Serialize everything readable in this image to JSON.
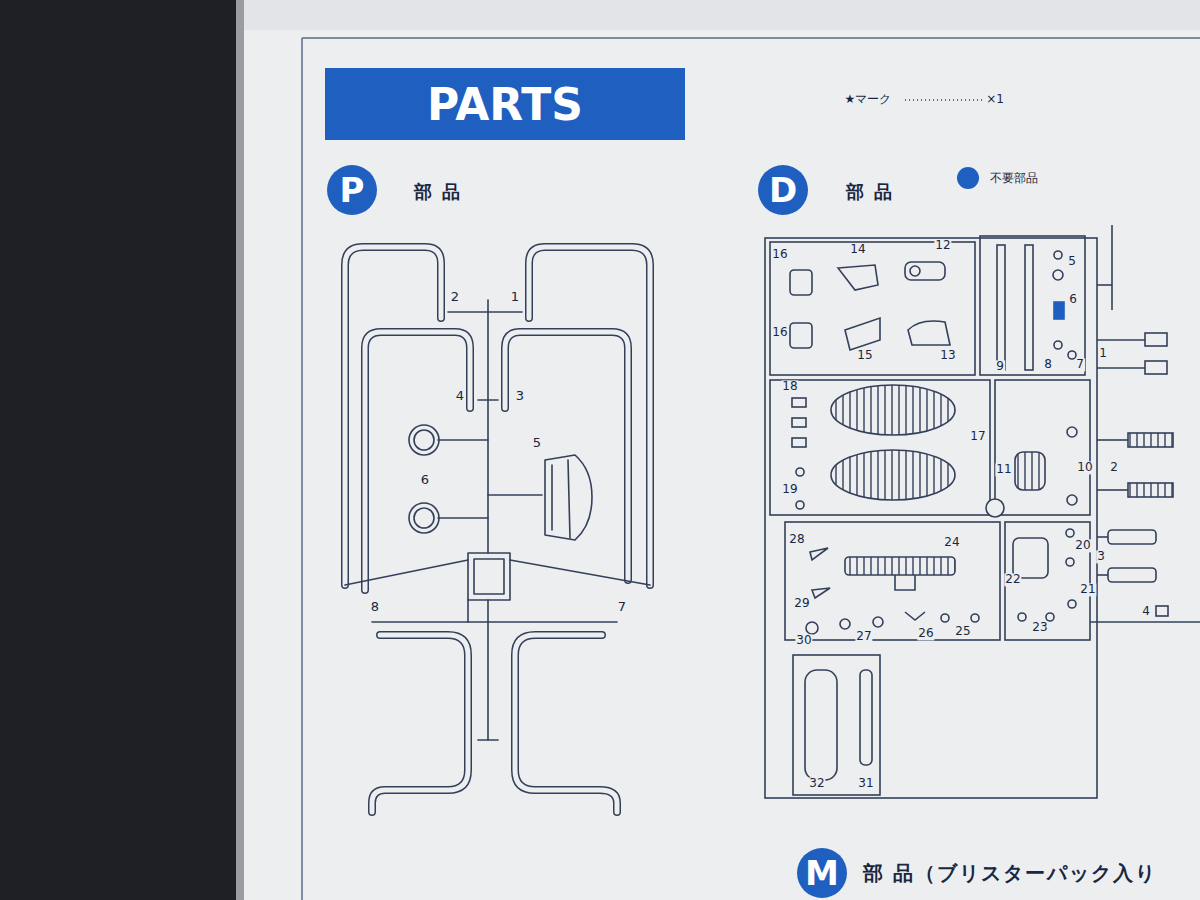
{
  "diagram": {
    "nodes": [
      {
        "text": [
          "PARTS"
        ]
      },
      {
        "text": [
          "P"
        ]
      },
      {
        "text": [
          "D"
        ]
      },
      {
        "text": [
          "M"
        ]
      }
    ],
    "labels": [
      "★マーク",
      "×1",
      "部 品",
      "部 品",
      "部 品（ブリスターパック入り",
      "2",
      "1",
      "4",
      "3",
      "5",
      "6",
      "8",
      "7",
      "16",
      "14",
      "12",
      "5",
      "6",
      "16",
      "15",
      "13",
      "9",
      "8",
      "7",
      "1",
      "18",
      "17",
      "11",
      "10",
      "2",
      "19",
      "28",
      "24",
      "20",
      "22",
      "3",
      "21",
      "29",
      "4",
      "30",
      "27",
      "26",
      "25",
      "23",
      "32",
      "31"
    ],
    "legend": [
      {
        "text": "不要部品",
        "color": "#1f5fbf"
      }
    ]
  }
}
